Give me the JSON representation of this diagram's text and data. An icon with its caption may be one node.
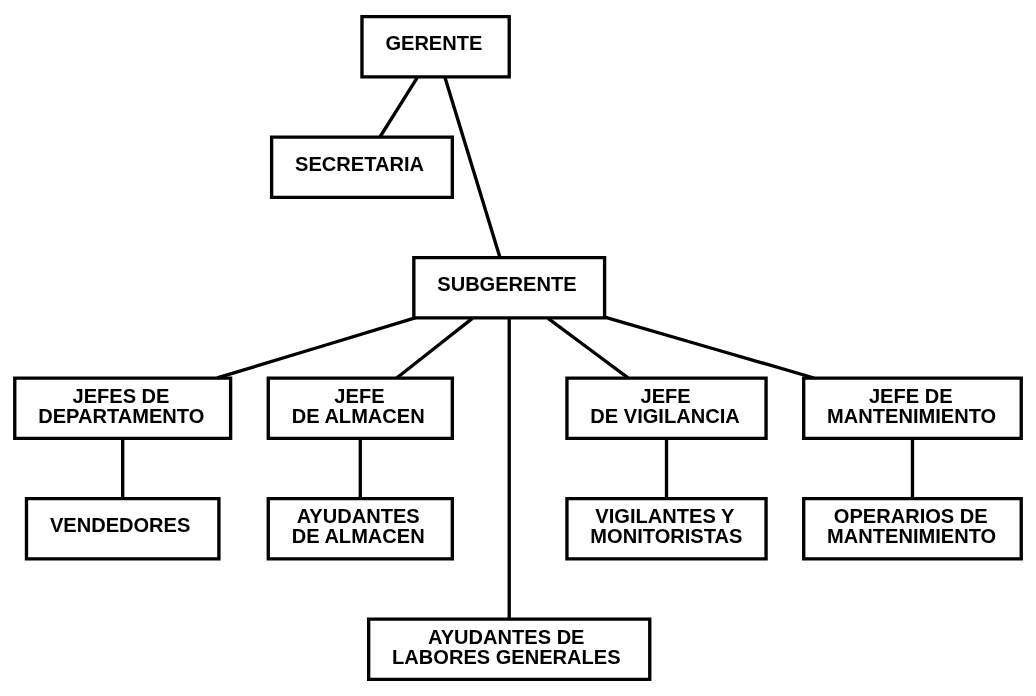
{
  "diagram": {
    "nodes": [
      {
        "text": [
          "GERENTE"
        ]
      },
      {
        "text": [
          "SECRETARIA"
        ]
      },
      {
        "text": [
          "SUBGERENTE"
        ]
      },
      {
        "text": [
          "JEFES DE DEPARTAMENTO"
        ]
      },
      {
        "text": [
          "JEFE DE ALMACEN"
        ]
      },
      {
        "text": [
          "JEFE DE VIGILANCIA"
        ]
      },
      {
        "text": [
          "JEFE DE MANTENIMIENTO"
        ]
      },
      {
        "text": [
          "VENDEDORES"
        ]
      },
      {
        "text": [
          "AYUDANTES DE ALMACEN"
        ]
      },
      {
        "text": [
          "VIGILANTES Y MONITORISTAS"
        ]
      },
      {
        "text": [
          "OPERARIOS DE MANTENIMIENTO"
        ]
      },
      {
        "text": [
          "AYUDANTES DE LABORES GENERALES"
        ]
      }
    ],
    "edges": [
      {
        "from": 0,
        "to": 1,
        "arrow": "none"
      },
      {
        "from": 0,
        "to": 2,
        "arrow": "none"
      },
      {
        "from": 2,
        "to": 3,
        "arrow": "none"
      },
      {
        "from": 2,
        "to": 4,
        "arrow": "none"
      },
      {
        "from": 2,
        "to": 11,
        "arrow": "none"
      },
      {
        "from": 2,
        "to": 5,
        "arrow": "none"
      },
      {
        "from": 2,
        "to": 6,
        "arrow": "none"
      },
      {
        "from": 3,
        "to": 7,
        "arrow": "none"
      },
      {
        "from": 4,
        "to": 8,
        "arrow": "none"
      },
      {
        "from": 5,
        "to": 9,
        "arrow": "none"
      },
      {
        "from": 6,
        "to": 10,
        "arrow": "none"
      }
    ]
  }
}
